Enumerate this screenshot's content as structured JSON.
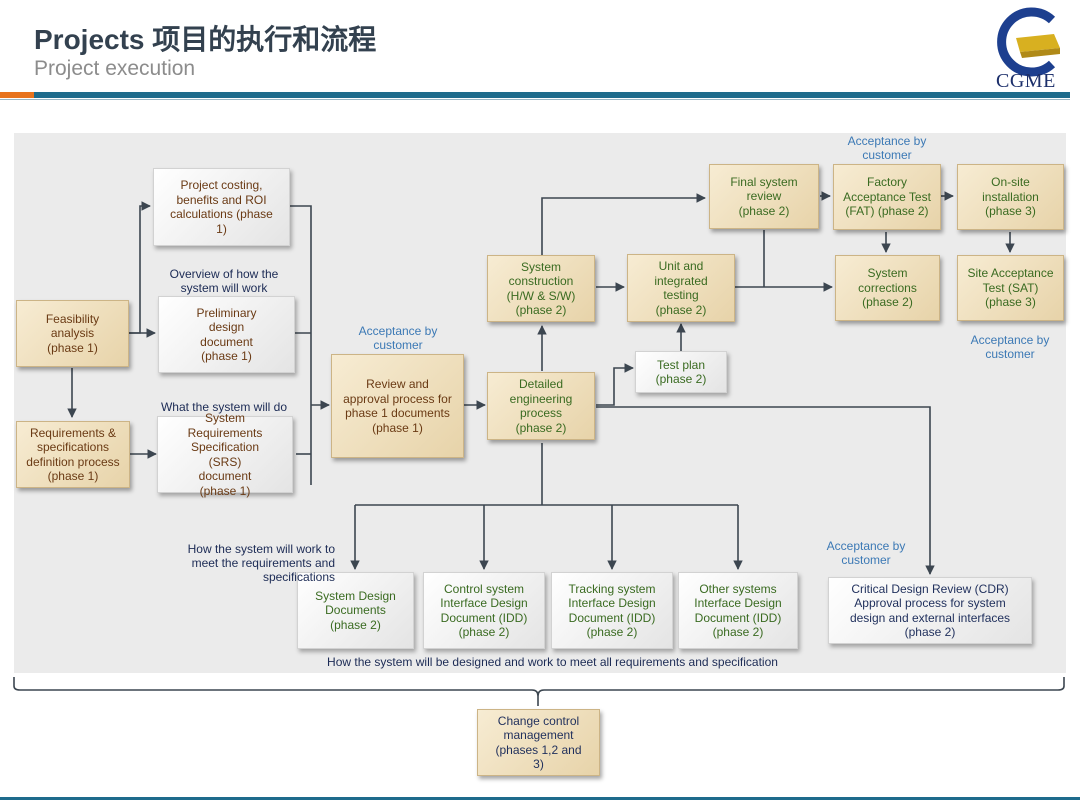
{
  "header": {
    "title": "Projects 项目的执行和流程",
    "subtitle": "Project execution",
    "logo_text": "CGME"
  },
  "colors": {
    "accent_orange": "#e8731d",
    "accent_blue": "#1e6b8c",
    "box_tan": "#ecdcb8",
    "text_brown": "#6a3a14",
    "text_green": "#3a6b21",
    "note_blue": "#3c79b5"
  },
  "boxes": {
    "feasibility": "Feasibility analysis (phase 1)",
    "requirements": "Requirements & specifications definition process (phase 1)",
    "costing": "Project costing, benefits and ROI calculations (phase 1)",
    "preliminary": "Preliminary design document (phase 1)",
    "srs": "System Requirements Specification (SRS) document (phase 1)",
    "review": "Review and approval process for phase 1 documents (phase 1)",
    "construction": "System construction (H/W & S/W) (phase 2)",
    "detailed": "Detailed engineering process (phase 2)",
    "unit_test": "Unit and integrated testing (phase 2)",
    "test_plan": "Test plan (phase 2)",
    "final_review": "Final system review (phase 2)",
    "fat": "Factory Acceptance Test (FAT) (phase 2)",
    "onsite": "On-site installation (phase 3)",
    "corrections": "System corrections (phase 2)",
    "sat": "Site Acceptance Test (SAT) (phase 3)",
    "sdd": "System Design Documents (phase 2)",
    "control_idd": "Control system Interface Design Document (IDD) (phase 2)",
    "tracking_idd": "Tracking system Interface Design Document (IDD) (phase 2)",
    "other_idd": "Other systems Interface Design Document (IDD) (phase 2)",
    "cdr": "Critical Design Review (CDR) Approval process for system design and external interfaces (phase 2)",
    "change_control": "Change control management (phases 1,2 and 3)"
  },
  "notes": {
    "overview": "Overview of how the system will work",
    "what": "What the system will do",
    "acceptance_review": "Acceptance by customer",
    "acceptance_fat": "Acceptance by customer",
    "acceptance_sat": "Acceptance by customer",
    "acceptance_cdr": "Acceptance by customer",
    "how_req": "How the system will work to meet the requirements and specifications",
    "how_designed": "How the system will be designed and work to meet all requirements and specification"
  }
}
